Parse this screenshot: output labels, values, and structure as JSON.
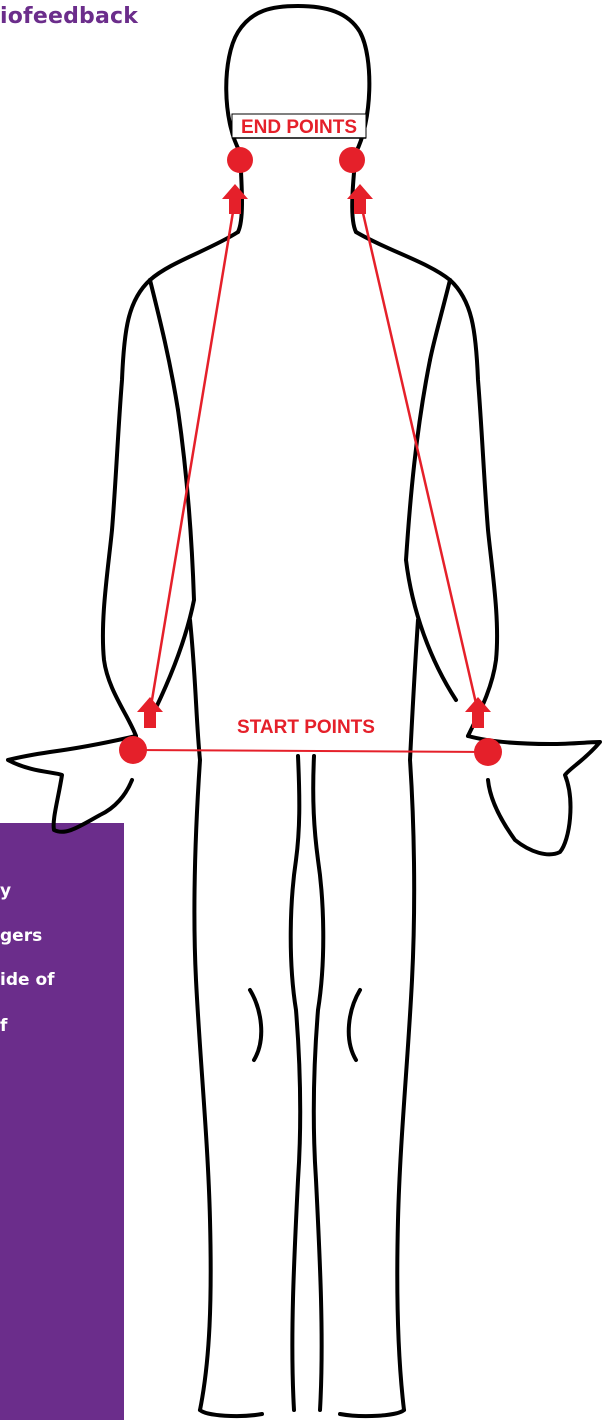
{
  "header": {
    "partial_title": "iofeedback"
  },
  "side_panel": {
    "text_fragments": [
      "y",
      "gers",
      "ide of",
      "f"
    ]
  },
  "diagram": {
    "end_label": "END POINTS",
    "start_label": "START POINTS"
  },
  "colors": {
    "brand_purple": "#6b2d8b",
    "marker_red": "#e5202a",
    "outline_black": "#000000"
  }
}
